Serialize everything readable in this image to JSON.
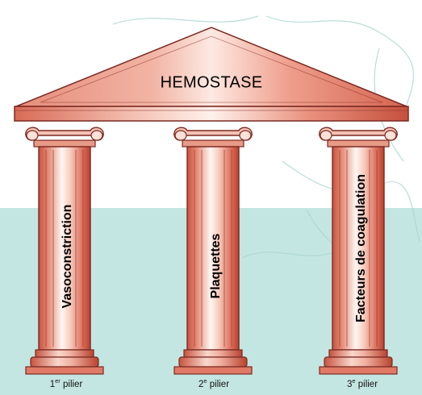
{
  "diagram": {
    "title": "HEMOSTASE",
    "pillars": [
      {
        "label": "Vasoconstriction",
        "footer_number": "1",
        "footer_suffix": "er",
        "footer_word": "pilier"
      },
      {
        "label": "Plaquettes",
        "footer_number": "2",
        "footer_suffix": "e",
        "footer_word": "pilier"
      },
      {
        "label": "Facteurs de coagulation",
        "footer_number": "3",
        "footer_suffix": "e",
        "footer_word": "pilier"
      }
    ],
    "colors": {
      "background_teal": "#c4e6e2",
      "column_red": "#c84b3e",
      "column_light": "#fff3ee",
      "outline": "#7a2a22"
    }
  }
}
